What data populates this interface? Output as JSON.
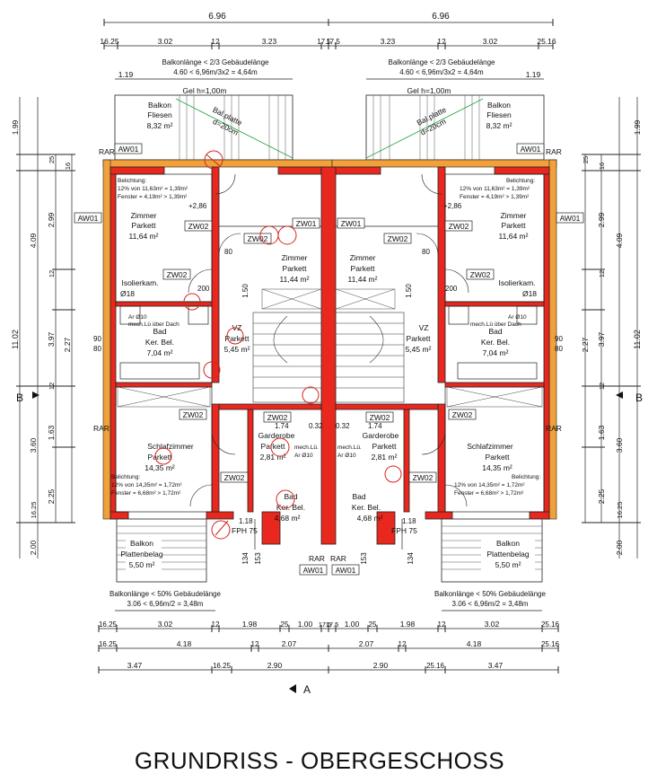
{
  "title": "GRUNDRISS - OBERGESCHOSS",
  "section_marks": {
    "b_left": "B",
    "b_right": "B",
    "a_bottom": "A"
  },
  "top_dims": {
    "overall_left": "6.96",
    "overall_right": "6.96",
    "row2": [
      "16.25",
      "3.02",
      "12",
      "3.23",
      "17.5",
      "17.5",
      "3.23",
      "12",
      "3.02",
      "25.16"
    ],
    "balcony_note_line1": "Balkonlänge < 2/3 Gebäudelänge",
    "balcony_note_line2": "4.60 < 6,96m/3x2 = 4,64m",
    "side_119": "1.19",
    "gel": "Gel h=1,00m"
  },
  "left_dims": [
    "1.99",
    "25",
    "16",
    "4.09",
    "2.99",
    "12",
    "11.02",
    "2.27",
    "3.97",
    "12",
    "1.63",
    "3.60",
    "2.25",
    "16.25",
    "2.00"
  ],
  "right_dims": [
    "1.99",
    "25",
    "16",
    "4.09",
    "2.99",
    "12",
    "11.02",
    "2.27",
    "3.97",
    "12",
    "1.63",
    "3.60",
    "2.25",
    "16.25",
    "2.00"
  ],
  "bottom_dims": {
    "note_line1": "Balkonlänge < 50% Gebäudelänge",
    "note_line2": "3.06 < 6,96m/2 = 3,48m",
    "row1": [
      "16.25",
      "3.02",
      "12",
      "1.98",
      "25",
      "1.00",
      "17.5",
      "17.5",
      "1.00",
      "25",
      "1.98",
      "12",
      "3.02",
      "25.16"
    ],
    "row2": [
      "16.25",
      "4.18",
      "12",
      "2.07",
      "2.07",
      "12",
      "4.18",
      "25.16"
    ],
    "row3": [
      "3.47",
      "16.25",
      "2.90",
      "2.90",
      "25.16",
      "3.47"
    ]
  },
  "tags": {
    "aw01": "AW01",
    "zw01": "ZW01",
    "zw02": "ZW02",
    "rar": "RAR",
    "fph": "FPH 75"
  },
  "rooms_left": {
    "balkon_top": [
      "Balkon",
      "Fliesen",
      "8,32 m²"
    ],
    "bal_platte": [
      "Bal.platte",
      "d=20cm"
    ],
    "belichtung_top": [
      "Belichtung:",
      "12% von 11,63m² = 1,39m²",
      "Fenster = 4,19m² > 1,39m²"
    ],
    "zimmer_a": [
      "Zimmer",
      "Parkett",
      "11,64 m²"
    ],
    "zimmer_b": [
      "Zimmer",
      "Parkett",
      "11,44 m²"
    ],
    "isolier": [
      "Isolierkam.",
      "Ø18"
    ],
    "mech": [
      "Ar Ø10",
      "mech.Lü über Dach"
    ],
    "vz": [
      "VZ",
      "Parkett",
      "5,45 m²"
    ],
    "bad_top": [
      "Bad",
      "Ker. Bel.",
      "7,04 m²"
    ],
    "schlaf": [
      "Schlafzimmer",
      "Parkett",
      "14,35 m²"
    ],
    "belichtung_bot": [
      "Belichtung:",
      "12% von 14,35m² = 1,72m²",
      "Fenster = 6,68m² > 1,72m²"
    ],
    "garderobe": [
      "Garderobe",
      "Parkett",
      "2,81 m²"
    ],
    "mech2": [
      "mech.Lü.",
      "Ar Ø10"
    ],
    "bad_bot": [
      "Bad",
      "Ker. Bel.",
      "4,68 m²"
    ],
    "balkon_bot": [
      "Balkon",
      "Plattenbelag",
      "5,50 m²"
    ],
    "height": "+2,86",
    "dims_small": [
      "80",
      "200",
      "1.50",
      "90",
      "80",
      "1.74",
      "0.32",
      "1.18",
      "134",
      "153"
    ]
  },
  "rooms_right": {
    "balkon_top": [
      "Balkon",
      "Fliesen",
      "8,32 m²"
    ],
    "bal_platte": [
      "Bal.platte",
      "d=20cm"
    ],
    "belichtung_top": [
      "Belichtung:",
      "12% von 11,63m² = 1,39m²",
      "Fenster = 4,19m² > 1,39m²"
    ],
    "zimmer_a": [
      "Zimmer",
      "Parkett",
      "11,64 m²"
    ],
    "zimmer_b": [
      "Zimmer",
      "Parkett",
      "11,44 m²"
    ],
    "isolier": [
      "Isolierkam.",
      "Ø18"
    ],
    "mech": [
      "Ar Ø10",
      "mech.Lü über Dach"
    ],
    "vz": [
      "VZ",
      "Parkett",
      "5,45 m²"
    ],
    "bad_top": [
      "Bad",
      "Ker. Bel.",
      "7,04 m²"
    ],
    "schlaf": [
      "Schlafzimmer",
      "Parkett",
      "14,35 m²"
    ],
    "belichtung_bot": [
      "Belichtung:",
      "12% von 14,35m² = 1,72m²",
      "Fenster = 6,68m² > 1,72m²"
    ],
    "garderobe": [
      "Garderobe",
      "Parkett",
      "2,81 m²"
    ],
    "mech2": [
      "mech.Lü.",
      "Ar Ø10"
    ],
    "bad_bot": [
      "Bad",
      "Ker. Bel.",
      "4,68 m²"
    ],
    "balkon_bot": [
      "Balkon",
      "Plattenbelag",
      "5,50 m²"
    ],
    "height": "+2,86",
    "dims_small": [
      "80",
      "200",
      "1.50",
      "90",
      "80",
      "1.74",
      "0.32",
      "1.18",
      "134",
      "153"
    ]
  },
  "colors": {
    "wall": "#e8281e",
    "insulation": "#f2a03a",
    "markup": "#d6251b",
    "hatch": "#2aa84a"
  }
}
